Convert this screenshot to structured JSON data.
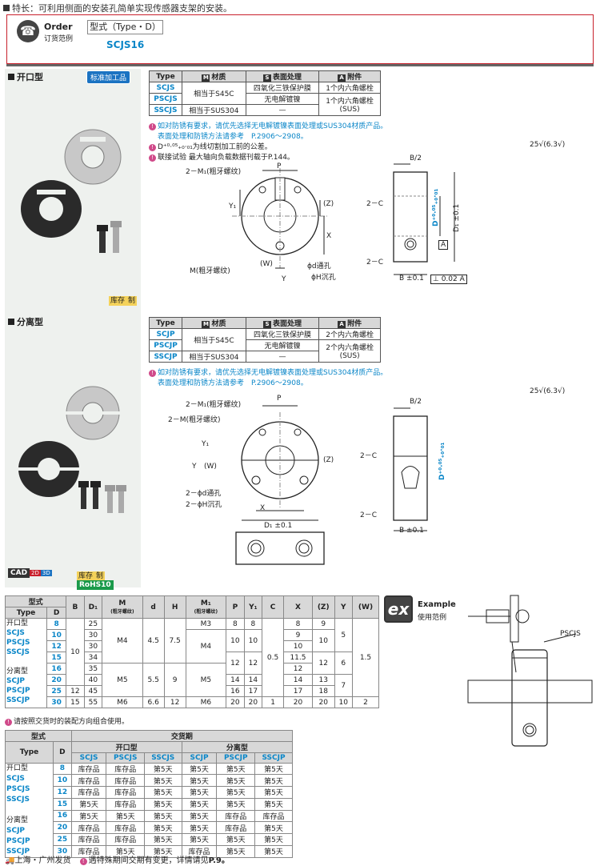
{
  "top_note": "特长：可利用侧面的安装孔简单实现传感器支架的安装。",
  "order": {
    "en": "Order",
    "cn": "订货范例",
    "type_header": "型式（Type・D）",
    "code": "SCJS16"
  },
  "open_type": {
    "title": "开口型",
    "badge": "标准加工品",
    "stock_tag": "库存",
    "stock_tag2": "制",
    "headers": [
      "Type",
      "材质",
      "表面处理",
      "附件"
    ],
    "header_icons": [
      "M",
      "S",
      "A"
    ],
    "rows": [
      {
        "type": "SCJS",
        "material": "相当于S45C",
        "surface": "四氧化三铁保护膜",
        "acc": "1个内六角螺栓"
      },
      {
        "type": "PSCJS",
        "material": "",
        "surface": "无电解镀镍",
        "acc": "1个内六角螺栓"
      },
      {
        "type": "SSCJS",
        "material": "相当于SUS304",
        "surface": "—",
        "acc": "(SUS)"
      }
    ],
    "notes": [
      "如对防锈有要求，请优先选择无电解镀镍表面处理或SUS304材质产品。",
      "表面处理和防锈方法请参考　P.2906～2908。",
      "D⁺⁰·⁰⁵₊₀·₀₁为线切割加工前的公差。",
      "联接试验  最大轴向负载数据刊载于P.144。"
    ],
    "diagram_labels": {
      "m1": "2－M₁(粗牙螺纹)",
      "p": "P",
      "y1": "Y₁",
      "z": "(Z)",
      "x": "X",
      "m": "M(粗牙螺纹)",
      "w": "(W)",
      "y": "Y",
      "d": "ϕd通孔",
      "h": "ϕH沉孔",
      "b2": "B/2",
      "c1": "2－C",
      "c2": "2－C",
      "dtol": "D⁺⁰·⁰⁵₊₀·₀₁",
      "d1": "D₁ ±0.1",
      "a": "A",
      "b": "B ±0.1",
      "perp": "⊥ 0.02 A",
      "r1": "25",
      "r2": "6.3"
    }
  },
  "split_type": {
    "title": "分离型",
    "stock_tag": "库存",
    "stock_tag2": "制",
    "rohs": "RoHS10",
    "cad": "CAD",
    "cad2": "2D",
    "cad3": "3D",
    "headers": [
      "Type",
      "材质",
      "表面处理",
      "附件"
    ],
    "header_icons": [
      "M",
      "S",
      "A"
    ],
    "rows": [
      {
        "type": "SCJP",
        "material": "相当于S45C",
        "surface": "四氧化三铁保护膜",
        "acc": "2个内六角螺栓"
      },
      {
        "type": "PSCJP",
        "material": "",
        "surface": "无电解镀镍",
        "acc": "2个内六角螺栓"
      },
      {
        "type": "SSCJP",
        "material": "相当于SUS304",
        "surface": "—",
        "acc": "(SUS)"
      }
    ],
    "notes": [
      "如对防锈有要求，请优先选择无电解镀镍表面处理或SUS304材质产品。",
      "表面处理和防锈方法请参考　P.2906～2908。"
    ],
    "diagram_labels": {
      "m1": "2－M₁(粗牙螺纹)",
      "m": "2－M(粗牙螺纹)",
      "p": "P",
      "y1": "Y₁",
      "y": "Y",
      "w": "(W)",
      "z": "(Z)",
      "d": "2－ϕd通孔",
      "h": "2－ϕH沉孔",
      "x": "X",
      "d1": "D₁ ±0.1",
      "b2": "B/2",
      "c1": "2－C",
      "c2": "2－C",
      "dtol": "D⁺⁰·⁰⁵₊₀·₀₁",
      "b": "B ±0.1"
    }
  },
  "dim_table": {
    "col_headers": [
      "B",
      "D₁",
      "M",
      "d",
      "H",
      "M₁",
      "P",
      "Y₁",
      "C",
      "X",
      "(Z)",
      "Y",
      "(W)"
    ],
    "col_sub": [
      "",
      "",
      "(粗牙螺纹)",
      "",
      "",
      "(粗牙螺纹)",
      "",
      "",
      "",
      "",
      "",
      "",
      ""
    ],
    "type_group": "型式",
    "type_h": "Type",
    "d_h": "D",
    "open_label": "开口型",
    "open_types": [
      "SCJS",
      "PSCJS",
      "SSCJS"
    ],
    "split_label": "分离型",
    "split_types": [
      "SCJP",
      "PSCJP",
      "SSCJP"
    ],
    "rows": [
      {
        "D": "8",
        "D1": "25",
        "P": "8",
        "Y1": "8",
        "X": "8",
        "Z": "9"
      },
      {
        "D": "10",
        "D1": "30",
        "P": "10",
        "Y1": "10",
        "X": "9",
        "Z": "10"
      },
      {
        "D": "12",
        "D1": "30",
        "P": "10",
        "Y1": "10",
        "X": "10",
        "Z": "10"
      },
      {
        "D": "15",
        "D1": "34",
        "P": "12",
        "Y1": "12",
        "X": "11.5",
        "Z": "12"
      },
      {
        "D": "16",
        "D1": "35",
        "P": "12",
        "Y1": "12",
        "X": "12",
        "Z": "12"
      },
      {
        "D": "20",
        "D1": "40",
        "P": "14",
        "Y1": "14",
        "X": "14",
        "Z": "13"
      },
      {
        "D": "25",
        "D1": "45",
        "P": "16",
        "Y1": "17",
        "X": "17",
        "Z": "18"
      },
      {
        "D": "30",
        "D1": "55",
        "P": "20",
        "Y1": "20",
        "X": "20",
        "Z": "20"
      }
    ],
    "merged": {
      "B_a": "10",
      "B_b": "12",
      "B_c": "15",
      "M_a": "M4",
      "M_b": "M5",
      "M_c": "M6",
      "d_a": "4.5",
      "d_b": "5.5",
      "d_c": "6.6",
      "H_a": "7.5",
      "H_b": "9",
      "H_c": "12",
      "M1_a": "M3",
      "M1_b": "M4",
      "M1_c": "M5",
      "M1_d": "M6",
      "C_a": "0.5",
      "C_b": "1",
      "Y_a": "5",
      "Y_b": "6",
      "Y_c": "7",
      "Y_d": "10",
      "W_a": "1.5",
      "W_b": "2"
    },
    "note": "请按照交货时的装配方向组合使用。"
  },
  "example": {
    "badge": "ex",
    "en": "Example",
    "cn": "使用范例",
    "label": "PSCJS"
  },
  "lead_table": {
    "type_group": "型式",
    "lead_group": "交货期",
    "type_h": "Type",
    "d_h": "D",
    "open_label": "开口型",
    "split_label": "分离型",
    "sub_headers": [
      "SCJS",
      "PSCJS",
      "SSCJS",
      "SCJP",
      "PSCJP",
      "SSCJP"
    ],
    "open_types": [
      "SCJS",
      "PSCJS",
      "SSCJS"
    ],
    "split_types": [
      "SCJP",
      "PSCJP",
      "SSCJP"
    ],
    "rows": [
      {
        "D": "8",
        "v": [
          "库存品",
          "库存品",
          "第5天",
          "第5天",
          "第5天",
          "第5天"
        ]
      },
      {
        "D": "10",
        "v": [
          "库存品",
          "库存品",
          "第5天",
          "第5天",
          "第5天",
          "第5天"
        ]
      },
      {
        "D": "12",
        "v": [
          "库存品",
          "库存品",
          "第5天",
          "第5天",
          "第5天",
          "第5天"
        ]
      },
      {
        "D": "15",
        "v": [
          "第5天",
          "库存品",
          "第5天",
          "第5天",
          "第5天",
          "第5天"
        ]
      },
      {
        "D": "16",
        "v": [
          "第5天",
          "第5天",
          "第5天",
          "第5天",
          "库存品",
          "库存品"
        ]
      },
      {
        "D": "20",
        "v": [
          "库存品",
          "库存品",
          "第5天",
          "第5天",
          "库存品",
          "第5天"
        ]
      },
      {
        "D": "25",
        "v": [
          "库存品",
          "库存品",
          "第5天",
          "第5天",
          "第5天",
          "第5天"
        ]
      },
      {
        "D": "30",
        "v": [
          "库存品",
          "第5天",
          "第5天",
          "库存品",
          "第5天",
          "第5天"
        ]
      }
    ]
  },
  "footer": {
    "ship": "上海・广州发货",
    "note": "遇特殊期间交期有变更，详情请见",
    "ref": "P.9。"
  }
}
